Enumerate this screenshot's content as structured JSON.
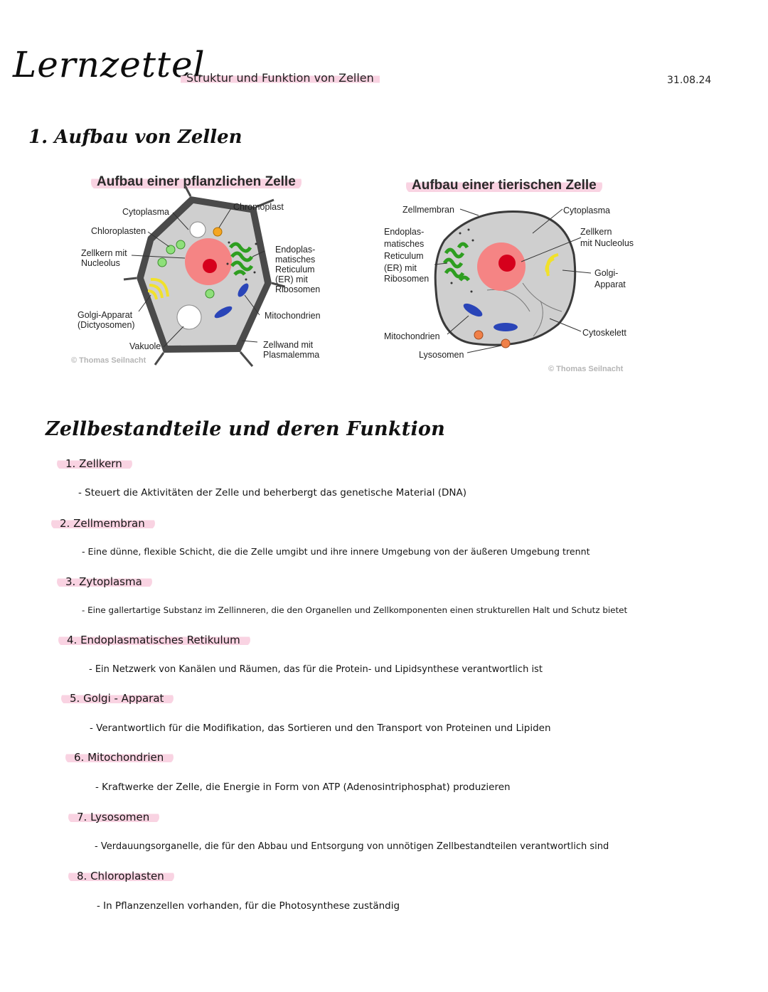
{
  "header": {
    "title": "Lernzettel",
    "dash": "-",
    "subtitle": "Struktur und Funktion von Zellen",
    "date": "31.08.24"
  },
  "section1": {
    "title": "1. Aufbau von Zellen"
  },
  "plant_cell": {
    "title": "Aufbau einer pflanzlichen Zelle",
    "labels": {
      "cytoplasma": "Cytoplasma",
      "chromoplast": "Chromoplast",
      "chloroplasten": "Chloroplasten",
      "zellkern1": "Zellkern mit",
      "zellkern2": "Nucleolus",
      "er1": "Endoplas-",
      "er2": "matisches",
      "er3": "Reticulum",
      "er4": "(ER) mit",
      "er5": "Ribosomen",
      "golgi1": "Golgi-Apparat",
      "golgi2": "(Dictyosomen)",
      "mitochondrien": "Mitochondrien",
      "vakuole": "Vakuole",
      "zellwand1": "Zellwand mit",
      "zellwand2": "Plasmalemma"
    },
    "copyright": "© Thomas Seilnacht"
  },
  "animal_cell": {
    "title": "Aufbau einer tierischen Zelle",
    "labels": {
      "zellmembran": "Zellmembran",
      "cytoplasma": "Cytoplasma",
      "er1": "Endoplas-",
      "er2": "matisches",
      "er3": "Reticulum",
      "er4": "(ER) mit",
      "er5": "Ribosomen",
      "zellkern1": "Zellkern",
      "zellkern2": "mit Nucleolus",
      "golgi1": "Golgi-",
      "golgi2": "Apparat",
      "mitochondrien": "Mitochondrien",
      "cytoskelett": "Cytoskelett",
      "lysosomen": "Lysosomen"
    },
    "copyright": "© Thomas Seilnacht"
  },
  "section2": {
    "title": "Zellbestandteile und deren Funktion"
  },
  "items": [
    {
      "heading": "1. Zellkern",
      "text": "- Steuert die Aktivitäten der Zelle und beherbergt das genetische Material (DNA)"
    },
    {
      "heading": "2. Zellmembran",
      "text": "- Eine dünne, flexible Schicht, die die Zelle umgibt und ihre innere Umgebung von der äußeren Umgebung trennt"
    },
    {
      "heading": "3. Zytoplasma",
      "text": "- Eine gallertartige Substanz im Zellinneren, die den Organellen und Zellkomponenten einen strukturellen Halt und Schutz bietet"
    },
    {
      "heading": "4. Endoplasmatisches Retikulum",
      "text": "- Ein Netzwerk von Kanälen und Räumen, das für die Protein- und Lipidsynthese verantwortlich ist"
    },
    {
      "heading": "5. Golgi - Apparat",
      "text": "- Verantwortlich für die Modifikation, das Sortieren und den Transport von Proteinen und Lipiden"
    },
    {
      "heading": "6. Mitochondrien",
      "text": "- Kraftwerke der Zelle, die Energie in Form von ATP (Adenosintriphosphat) produzieren"
    },
    {
      "heading": "7. Lysosomen",
      "text": "- Verdauungsorganelle, die für den Abbau und Entsorgung von unnötigen Zellbestandteilen verantwortlich sind"
    },
    {
      "heading": "8. Chloroplasten",
      "text": "- In Pflanzenzellen vorhanden, für die Photosynthese zuständig"
    }
  ]
}
